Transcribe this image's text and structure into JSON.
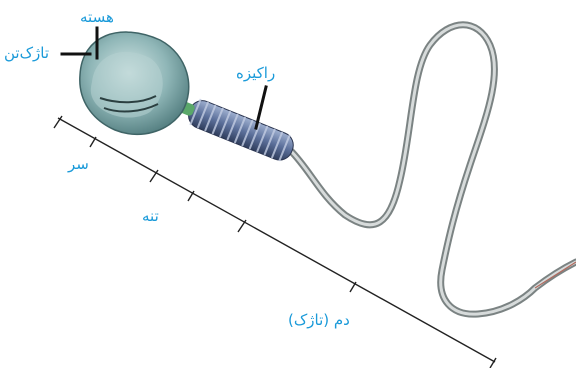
{
  "labels": {
    "nucleus": "هسته",
    "acrosome": "تاژک‌تن",
    "mitochondria": "راکیزه",
    "head": "سر",
    "midpiece": "تنه",
    "tail": "دم (تاژک)"
  },
  "colors": {
    "label": "#1a9ad9",
    "leader": "#111111",
    "scale_line": "#222222",
    "head_fill": "#8fb6b7",
    "midpiece_coil": "#5b6f9a",
    "tail_stroke": "#8c9494"
  }
}
